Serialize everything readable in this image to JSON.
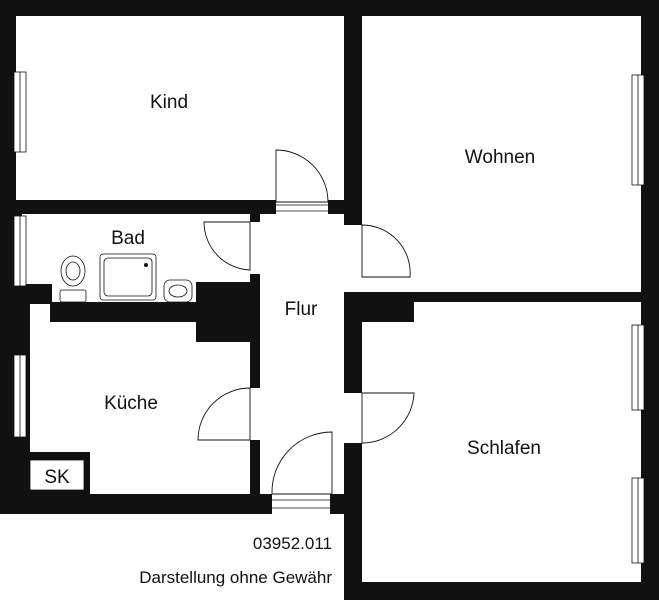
{
  "rooms": {
    "kind": "Kind",
    "wohnen": "Wohnen",
    "bad": "Bad",
    "flur": "Flur",
    "kueche": "Küche",
    "schlafen": "Schlafen",
    "sk": "SK"
  },
  "footer": {
    "ref": "03952.011",
    "disclaimer": "Darstellung ohne Gewähr"
  },
  "colors": {
    "wall": "#111111",
    "background": "#ffffff"
  }
}
